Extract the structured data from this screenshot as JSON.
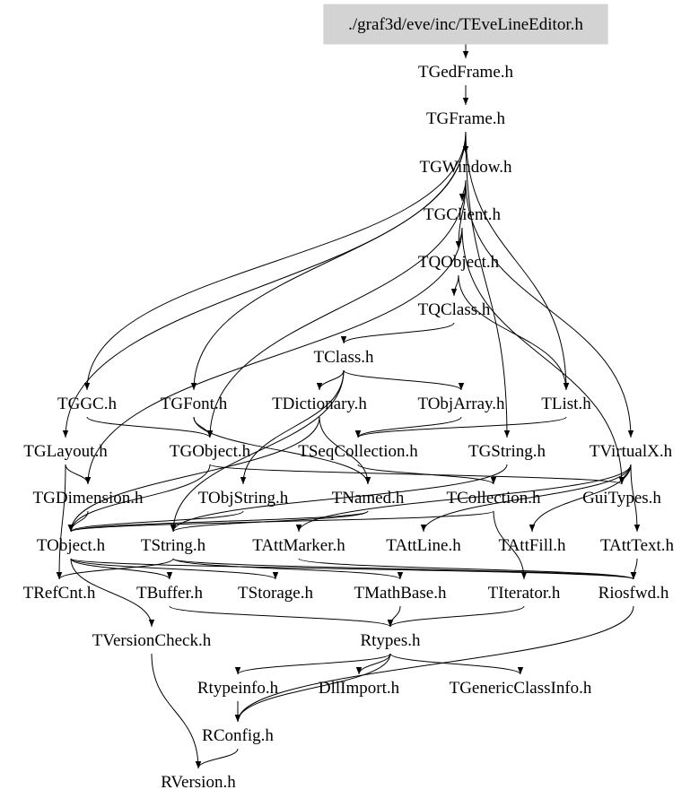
{
  "root": "./graf3d/eve/inc/TEveLineEditor.h",
  "nodes": [
    {
      "id": "TEveLineEditor",
      "label": "./graf3d/eve/inc/TEveLineEditor.h",
      "root": true
    },
    {
      "id": "TGedFrame",
      "label": "TGedFrame.h"
    },
    {
      "id": "TGFrame",
      "label": "TGFrame.h"
    },
    {
      "id": "TGWindow",
      "label": "TGWindow.h"
    },
    {
      "id": "TGClient",
      "label": "TGClient.h"
    },
    {
      "id": "TQObject",
      "label": "TQObject.h"
    },
    {
      "id": "TQClass",
      "label": "TQClass.h"
    },
    {
      "id": "TClass",
      "label": "TClass.h"
    },
    {
      "id": "TGGC",
      "label": "TGGC.h"
    },
    {
      "id": "TGFont",
      "label": "TGFont.h"
    },
    {
      "id": "TDictionary",
      "label": "TDictionary.h"
    },
    {
      "id": "TObjArray",
      "label": "TObjArray.h"
    },
    {
      "id": "TList",
      "label": "TList.h"
    },
    {
      "id": "TGLayout",
      "label": "TGLayout.h"
    },
    {
      "id": "TGObject",
      "label": "TGObject.h"
    },
    {
      "id": "TSeqCollection",
      "label": "TSeqCollection.h"
    },
    {
      "id": "TGString",
      "label": "TGString.h"
    },
    {
      "id": "TVirtualX",
      "label": "TVirtualX.h"
    },
    {
      "id": "TGDimension",
      "label": "TGDimension.h"
    },
    {
      "id": "TObjString",
      "label": "TObjString.h"
    },
    {
      "id": "TNamed",
      "label": "TNamed.h"
    },
    {
      "id": "TCollection",
      "label": "TCollection.h"
    },
    {
      "id": "GuiTypes",
      "label": "GuiTypes.h"
    },
    {
      "id": "TObject",
      "label": "TObject.h"
    },
    {
      "id": "TString",
      "label": "TString.h"
    },
    {
      "id": "TAttMarker",
      "label": "TAttMarker.h"
    },
    {
      "id": "TAttLine",
      "label": "TAttLine.h"
    },
    {
      "id": "TAttFill",
      "label": "TAttFill.h"
    },
    {
      "id": "TAttText",
      "label": "TAttText.h"
    },
    {
      "id": "TRefCnt",
      "label": "TRefCnt.h"
    },
    {
      "id": "TBuffer",
      "label": "TBuffer.h"
    },
    {
      "id": "TStorage",
      "label": "TStorage.h"
    },
    {
      "id": "TMathBase",
      "label": "TMathBase.h"
    },
    {
      "id": "TIterator",
      "label": "TIterator.h"
    },
    {
      "id": "Riosfwd",
      "label": "Riosfwd.h"
    },
    {
      "id": "TVersionCheck",
      "label": "TVersionCheck.h"
    },
    {
      "id": "Rtypes",
      "label": "Rtypes.h"
    },
    {
      "id": "Rtypeinfo",
      "label": "Rtypeinfo.h"
    },
    {
      "id": "DllImport",
      "label": "DllImport.h"
    },
    {
      "id": "TGenericClassInfo",
      "label": "TGenericClassInfo.h"
    },
    {
      "id": "RConfig",
      "label": "RConfig.h"
    },
    {
      "id": "RVersion",
      "label": "RVersion.h"
    }
  ],
  "edges": [
    [
      "TEveLineEditor",
      "TGedFrame"
    ],
    [
      "TGedFrame",
      "TGFrame"
    ],
    [
      "TGFrame",
      "TGWindow"
    ],
    [
      "TGFrame",
      "TList"
    ],
    [
      "TGFrame",
      "TGGC"
    ],
    [
      "TGFrame",
      "TGFont"
    ],
    [
      "TGFrame",
      "TGLayout"
    ],
    [
      "TGFrame",
      "TGString"
    ],
    [
      "TGWindow",
      "TGClient"
    ],
    [
      "TGWindow",
      "TGObject"
    ],
    [
      "TGWindow",
      "TVirtualX"
    ],
    [
      "TGWindow",
      "TQObject"
    ],
    [
      "TGClient",
      "TQObject"
    ],
    [
      "TGClient",
      "TGDimension"
    ],
    [
      "TGClient",
      "GuiTypes"
    ],
    [
      "TQObject",
      "TQClass"
    ],
    [
      "TQObject",
      "TList"
    ],
    [
      "TQClass",
      "TClass"
    ],
    [
      "TClass",
      "TDictionary"
    ],
    [
      "TClass",
      "TObjArray"
    ],
    [
      "TClass",
      "TObjString"
    ],
    [
      "TClass",
      "TString"
    ],
    [
      "TGGC",
      "TGObject"
    ],
    [
      "TGFont",
      "TGObject"
    ],
    [
      "TGFont",
      "TNamed"
    ],
    [
      "TDictionary",
      "TNamed"
    ],
    [
      "TDictionary",
      "TObject"
    ],
    [
      "TObjArray",
      "TSeqCollection"
    ],
    [
      "TList",
      "TSeqCollection"
    ],
    [
      "TGLayout",
      "TGDimension"
    ],
    [
      "TGLayout",
      "TRefCnt"
    ],
    [
      "TGObject",
      "TObject"
    ],
    [
      "TGObject",
      "GuiTypes"
    ],
    [
      "TSeqCollection",
      "TCollection"
    ],
    [
      "TGString",
      "TString"
    ],
    [
      "TVirtualX",
      "TAttLine"
    ],
    [
      "TVirtualX",
      "TAttFill"
    ],
    [
      "TVirtualX",
      "TAttText"
    ],
    [
      "TVirtualX",
      "TAttMarker"
    ],
    [
      "TVirtualX",
      "GuiTypes"
    ],
    [
      "TGDimension",
      "TObject"
    ],
    [
      "TObjString",
      "TObject"
    ],
    [
      "TNamed",
      "TObject"
    ],
    [
      "TNamed",
      "TString"
    ],
    [
      "TCollection",
      "TObject"
    ],
    [
      "TCollection",
      "TIterator"
    ],
    [
      "TObject",
      "TBuffer"
    ],
    [
      "TObject",
      "TStorage"
    ],
    [
      "TObject",
      "TVersionCheck"
    ],
    [
      "TObject",
      "Riosfwd"
    ],
    [
      "TString",
      "TRefCnt"
    ],
    [
      "TString",
      "TMathBase"
    ],
    [
      "TString",
      "Riosfwd"
    ],
    [
      "TAttMarker",
      "Riosfwd"
    ],
    [
      "TAttText",
      "Riosfwd"
    ],
    [
      "TMathBase",
      "Rtypes"
    ],
    [
      "TIterator",
      "Rtypes"
    ],
    [
      "TBuffer",
      "Rtypes"
    ],
    [
      "TVersionCheck",
      "RVersion"
    ],
    [
      "Rtypes",
      "Rtypeinfo"
    ],
    [
      "Rtypes",
      "DllImport"
    ],
    [
      "Rtypes",
      "TGenericClassInfo"
    ],
    [
      "Rtypes",
      "RConfig"
    ],
    [
      "Riosfwd",
      "RConfig"
    ],
    [
      "Rtypeinfo",
      "RConfig"
    ],
    [
      "RConfig",
      "RVersion"
    ]
  ]
}
